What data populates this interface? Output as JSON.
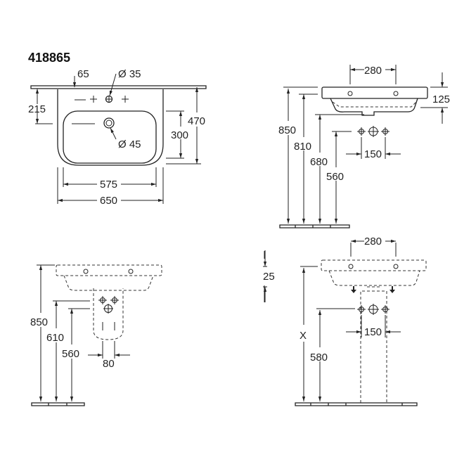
{
  "title": "418865",
  "top_view": {
    "d65": "65",
    "d35": "Ø 35",
    "d215": "215",
    "d45": "Ø 45",
    "d300": "300",
    "d470": "470",
    "d575": "575",
    "d650": "650"
  },
  "side_view_wall": {
    "d280": "280",
    "d125": "125",
    "d850": "850",
    "d810": "810",
    "d680": "680",
    "d560": "560",
    "d150": "150"
  },
  "side_view_halfpedestal": {
    "d850": "850",
    "d610": "610",
    "d560": "560",
    "d80": "80"
  },
  "side_view_pedestal": {
    "d280": "280",
    "d25": "25",
    "dX": "X",
    "d580": "580",
    "d150": "150"
  }
}
